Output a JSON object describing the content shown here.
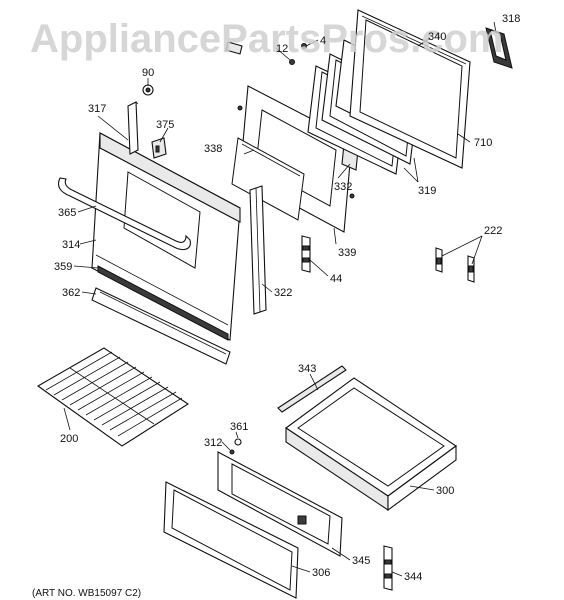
{
  "watermark": "AppliancePartsPros.com",
  "art_number": "(ART NO. WB15097 C2)",
  "callouts": {
    "c318": "318",
    "c12": "12",
    "c4": "4",
    "c340": "340",
    "c90": "90",
    "c317": "317",
    "c375": "375",
    "c710": "710",
    "c338": "338",
    "c332": "332",
    "c319": "319",
    "c365": "365",
    "c314": "314",
    "c339": "339",
    "c222": "222",
    "c359": "359",
    "c44": "44",
    "c322": "322",
    "c362": "362",
    "c343": "343",
    "c200": "200",
    "c361": "361",
    "c312": "312",
    "c300": "300",
    "c345": "345",
    "c306": "306",
    "c344": "344"
  }
}
